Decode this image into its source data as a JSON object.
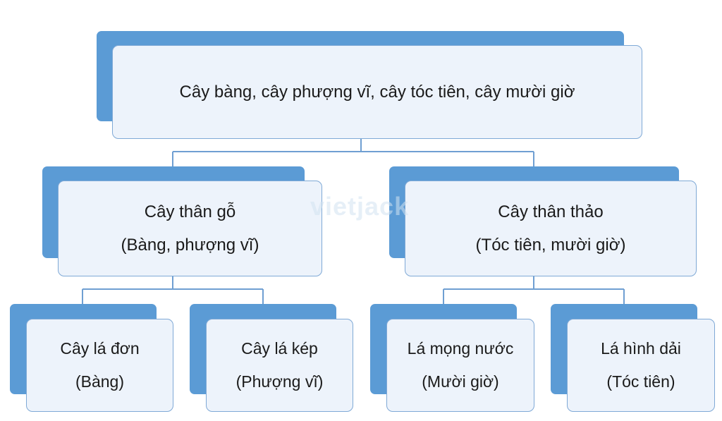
{
  "watermark": "vietjack",
  "root": {
    "text": "Cây bàng, cây phượng vĩ, cây tóc tiên, cây mười giờ"
  },
  "level2": [
    {
      "line1": "Cây thân gỗ",
      "line2": "(Bàng, phượng vĩ)"
    },
    {
      "line1": "Cây thân thảo",
      "line2": "(Tóc tiên, mười giờ)"
    }
  ],
  "level3": [
    {
      "line1": "Cây lá đơn",
      "line2": "(Bàng)"
    },
    {
      "line1": "Cây lá kép",
      "line2": "(Phượng vĩ)"
    },
    {
      "line1": "Lá mọng nước",
      "line2": "(Mười giờ)"
    },
    {
      "line1": "Lá hình dải",
      "line2": "(Tóc tiên)"
    }
  ],
  "colors": {
    "shadow": "#5b9bd5",
    "card": "#edf3fb",
    "border": "#7fa9d6",
    "connector": "#6f9fd2"
  }
}
